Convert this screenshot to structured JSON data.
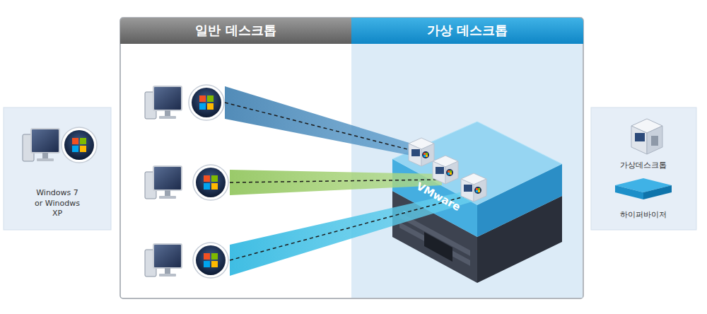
{
  "diagram": {
    "nodes": [
      {
        "text": [
          "일반 데스크톱"
        ]
      },
      {
        "text": [
          "가상 데스크톱"
        ]
      },
      {
        "text": [
          "Windows 7 or Winodws XP"
        ]
      },
      {
        "text": [
          "VMware"
        ]
      }
    ],
    "legend": [
      {
        "text": "가상데스크톱"
      },
      {
        "text": "하이퍼바이저"
      }
    ]
  }
}
